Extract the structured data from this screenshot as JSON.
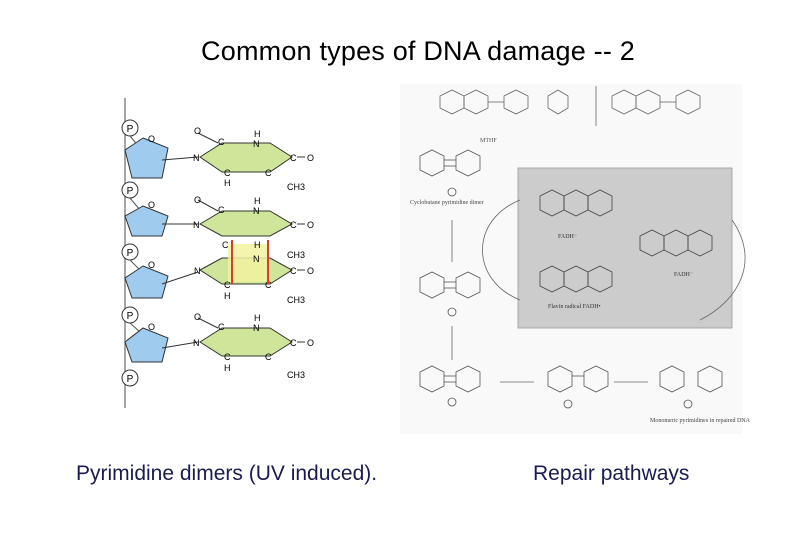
{
  "slide": {
    "title": "Common types of DNA damage -- 2",
    "caption_left": "Pyrimidine dimers (UV induced).",
    "caption_right": "Repair pathways"
  },
  "dimer_figure": {
    "phosphate_label": "P",
    "atom_O": "O",
    "atom_C": "C",
    "atom_N": "N",
    "atom_H": "H",
    "methyl_label": "CH3",
    "colors": {
      "sugar": "#9fcbef",
      "base": "#cfe59a",
      "dimer_bond": "#d53e2b",
      "dimer_box": "#f2f2a0"
    }
  },
  "repair_figure": {
    "label_cyclobutane": "Cyclobutane pyrimidine dimer",
    "label_fadh": "FADH⁻",
    "label_flavin": "Flavin radical FADH•",
    "label_monomers": "Monomeric pyrimidines in repaired DNA",
    "label_mthf": "MTHF"
  }
}
